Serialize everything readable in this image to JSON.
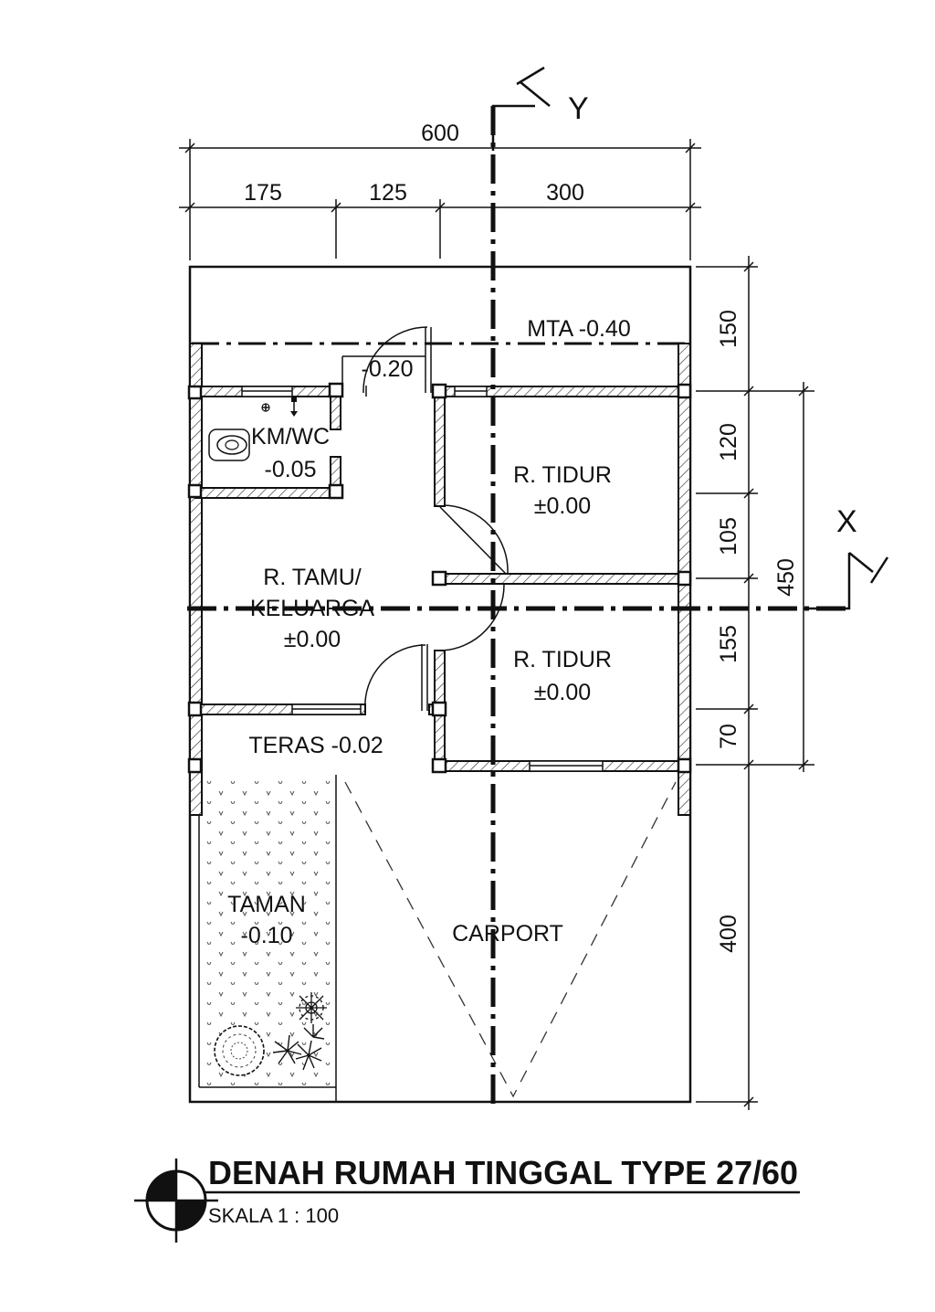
{
  "drawing": {
    "title": "DENAH RUMAH TINGGAL TYPE 27/60",
    "scale": "SKALA 1 : 100"
  },
  "axes": {
    "y": "Y",
    "x": "X"
  },
  "dimensions": {
    "top_total": "600",
    "top_segments": [
      "175",
      "125",
      "300"
    ],
    "right_segments": [
      "150",
      "120",
      "105",
      "155",
      "70",
      "400"
    ],
    "right_total": "450"
  },
  "rooms": {
    "mta": "MTA -0.40",
    "door_level": "-0.20",
    "kmwc_name": "KM/WC",
    "kmwc_level": "-0.05",
    "bed1_name": "R. TIDUR",
    "bed1_level": "±0.00",
    "bed2_name": "R. TIDUR",
    "bed2_level": "±0.00",
    "living_name1": "R. TAMU/",
    "living_name2": "KELUARGA",
    "living_level": "±0.00",
    "teras": "TERAS -0.02",
    "taman_name": "TAMAN",
    "taman_level": "-0.10",
    "carport": "CARPORT"
  },
  "colors": {
    "line": "#111111",
    "background": "#ffffff"
  }
}
